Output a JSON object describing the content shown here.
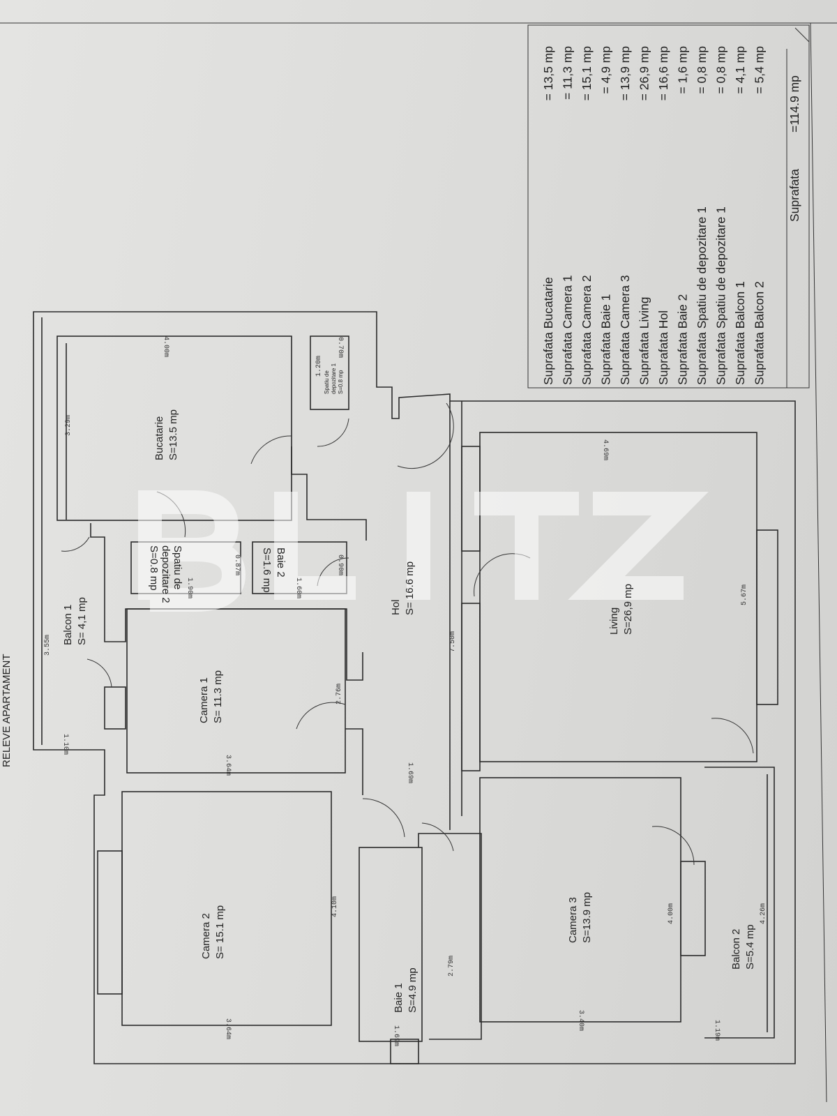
{
  "title": "RELEVE APARTAMENT",
  "watermark": "BLITZ",
  "rooms": [
    {
      "name": "Bucatarie",
      "area": "S=13.5 mp"
    },
    {
      "name": "Spatiu de",
      "name2": "depozitare 2",
      "area": "S=0.8 mp"
    },
    {
      "name": "Baie 2",
      "area": "S=1.6 mp"
    },
    {
      "name": "Hol",
      "area": "S= 16.6 mp"
    },
    {
      "name": "Living",
      "area": "S=26,9 mp"
    },
    {
      "name": "Balcon 1",
      "area": "S= 4,1 mp"
    },
    {
      "name": "Camera 1",
      "area": "S= 11.3 mp"
    },
    {
      "name": "Camera 2",
      "area": "S= 15.1 mp"
    },
    {
      "name": "Baie 1",
      "area": "S=4.9 mp"
    },
    {
      "name": "Camera 3",
      "area": "S=13.9 mp"
    },
    {
      "name": "Balcon 2",
      "area": "S=5.4 mp"
    },
    {
      "name": "Spatiu de",
      "name2": "depozitare 1",
      "area": "S=0.8 mp"
    }
  ],
  "dimensions": [
    "3.29m",
    "4.00m",
    "0.70m",
    "1.20m",
    "3.55m",
    "1.10m",
    "3.64m",
    "2.76m",
    "1.69m",
    "7.50m",
    "4.69m",
    "5.67m",
    "4.10m",
    "2.79m",
    "1.69m",
    "3.64m",
    "3.40m",
    "4.00m",
    "4.26m",
    "1.19m",
    "1.90m",
    "0.87m",
    "1.60m",
    "0.90m"
  ],
  "area_table": {
    "rows": [
      {
        "label": "Suprafata Bucatarie",
        "value": "= 13,5 mp"
      },
      {
        "label": "Suprafata Camera 1",
        "value": "= 11,3 mp"
      },
      {
        "label": "Suprafata Camera 2",
        "value": "= 15,1 mp"
      },
      {
        "label": "Suprafata Baie 1",
        "value": "=   4,9 mp"
      },
      {
        "label": "Suprafata Camera 3",
        "value": "= 13,9 mp"
      },
      {
        "label": "Suprafata Living",
        "value": "= 26,9 mp"
      },
      {
        "label": "Suprafata Hol",
        "value": "= 16,6 mp"
      },
      {
        "label": "Suprafata Baie 2",
        "value": "=   1,6 mp"
      },
      {
        "label": "Suprafata Spatiu de depozitare 1",
        "value": "= 0,8 mp"
      },
      {
        "label": "Suprafata Spatiu de depozitare 1",
        "value": "= 0,8 mp"
      },
      {
        "label": "Suprafata Balcon 1",
        "value": "= 4,1 mp"
      },
      {
        "label": "Suprafata Balcon 2",
        "value": "= 5,4 mp"
      }
    ],
    "total_label": "Suprafata",
    "total_value": "=114.9 mp"
  }
}
